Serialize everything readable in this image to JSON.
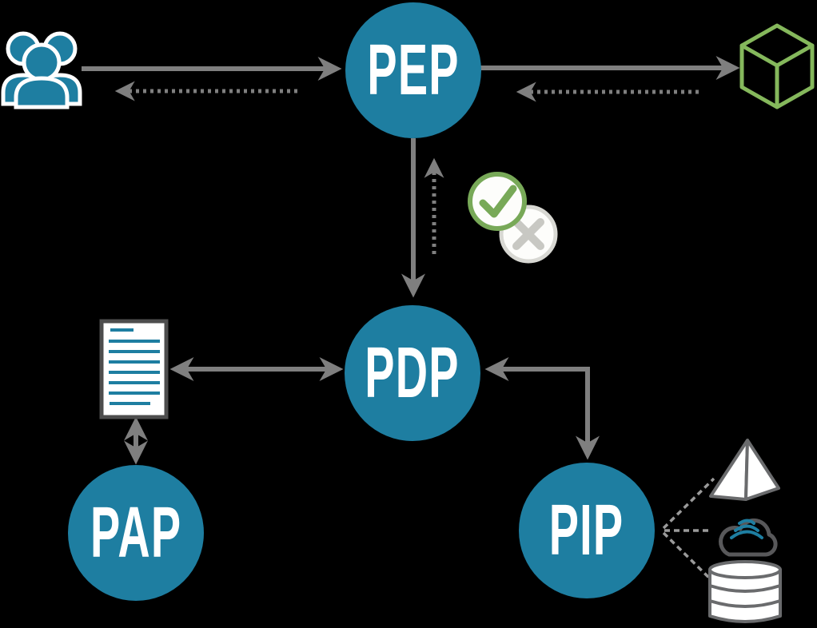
{
  "diagram": {
    "type": "architecture-diagram",
    "nodes": {
      "pep": {
        "label": "PEP"
      },
      "pdp": {
        "label": "PDP"
      },
      "pap": {
        "label": "PAP"
      },
      "pip": {
        "label": "PIP"
      }
    },
    "icons": [
      "users-group-icon",
      "cube-icon",
      "approve-check-icon",
      "deny-cross-icon",
      "policy-document-icon",
      "pyramid-icon",
      "cloud-network-icon",
      "database-icon"
    ],
    "edges": [
      {
        "from": "users-group",
        "to": "PEP",
        "style": "solid-arrow"
      },
      {
        "from": "PEP",
        "to": "users-group",
        "style": "dashed-arrow"
      },
      {
        "from": "PEP",
        "to": "cube",
        "style": "solid-arrow"
      },
      {
        "from": "cube",
        "to": "PEP",
        "style": "dashed-arrow"
      },
      {
        "from": "PEP",
        "to": "PDP",
        "style": "solid-arrow"
      },
      {
        "from": "PDP",
        "to": "PEP",
        "style": "dashed-arrow"
      },
      {
        "from": "policy-document",
        "to": "PDP",
        "style": "double-headed-arrow"
      },
      {
        "from": "policy-document",
        "to": "PAP",
        "style": "double-headed-arrow"
      },
      {
        "from": "PIP",
        "to": "PDP",
        "style": "elbow-double-arrow"
      },
      {
        "from": "PIP",
        "to": "pyramid",
        "style": "dashed-line"
      },
      {
        "from": "PIP",
        "to": "cloud",
        "style": "dashed-line"
      },
      {
        "from": "PIP",
        "to": "database",
        "style": "dashed-line"
      }
    ],
    "colors": {
      "background": "#000000",
      "node_fill": "#1e7ea1",
      "node_text": "#ffffff",
      "arrow": "#7f7f7f",
      "ray_dash": "#9a9a9a",
      "green_check": "#78a958",
      "green_cube": "#85b85c",
      "cross_gray": "#c8c8c3",
      "cross_ring": "#d8d8d3",
      "document_border": "#4d4d4d",
      "document_lines": "#1e7ea1",
      "icon_outline": "#6a6b6d",
      "cloud_outline": "#58585a"
    }
  }
}
